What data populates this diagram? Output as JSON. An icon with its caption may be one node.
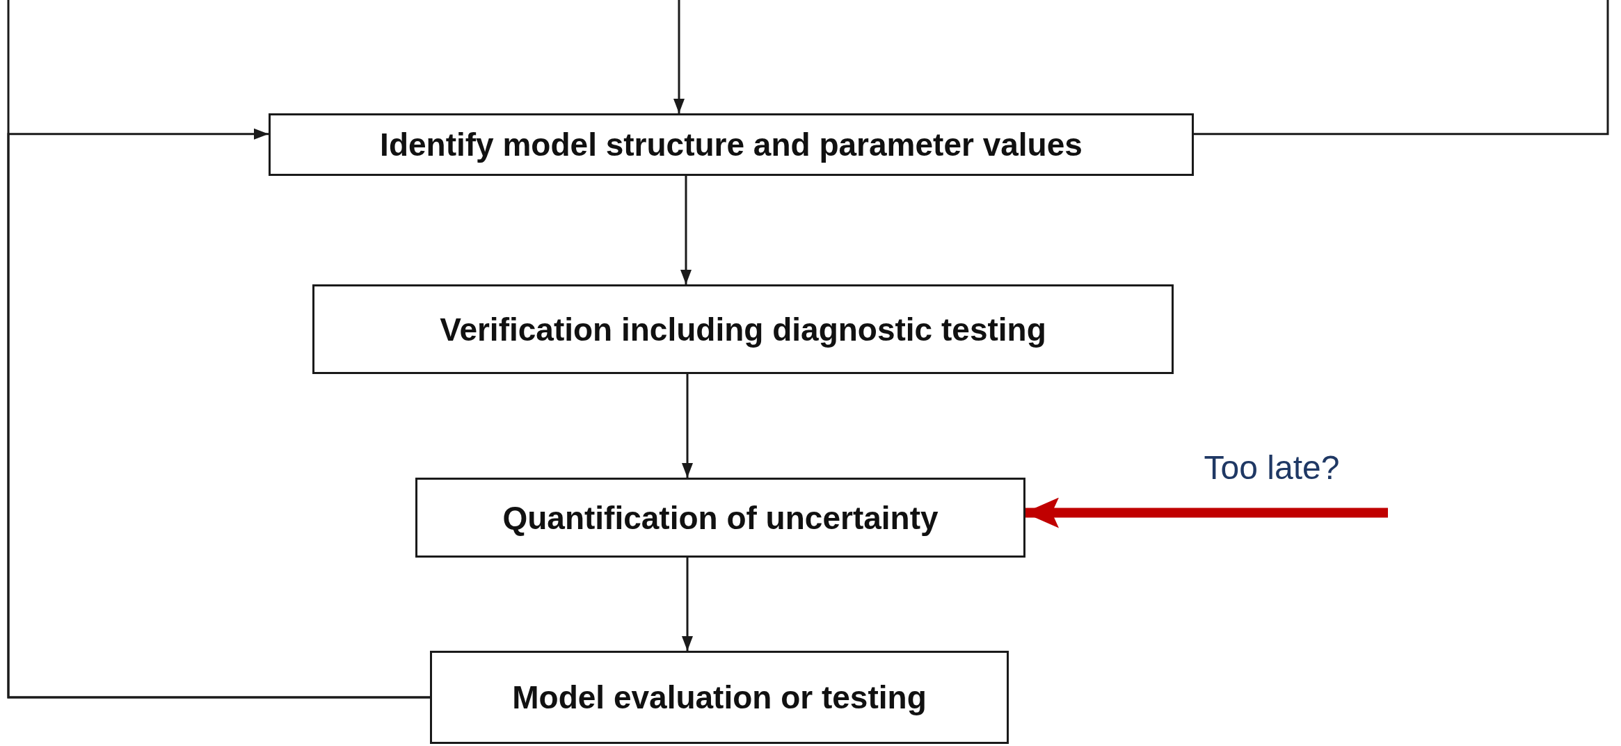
{
  "diagram": {
    "nodes": [
      {
        "text": [
          "Identify model structure and parameter values"
        ]
      },
      {
        "text": [
          "Verification including diagnostic testing"
        ]
      },
      {
        "text": [
          "Quantification of uncertainty"
        ]
      },
      {
        "text": [
          "Model evaluation or testing"
        ]
      }
    ],
    "edges": [
      {
        "from": null,
        "to": 0,
        "arrow": "to"
      },
      {
        "from": 0,
        "to": 1,
        "arrow": "to"
      },
      {
        "from": 1,
        "to": 2,
        "arrow": "to"
      },
      {
        "from": 2,
        "to": 3,
        "arrow": "to"
      },
      {
        "from": 3,
        "to": 0,
        "arrow": "to"
      },
      {
        "from": 3,
        "to": null,
        "arrow": "none"
      },
      {
        "from": 0,
        "to": null,
        "arrow": "none"
      },
      {
        "from": null,
        "to": 2,
        "arrow": "to",
        "label": "Too late?",
        "style": "thick",
        "color": "#c00000"
      }
    ]
  }
}
